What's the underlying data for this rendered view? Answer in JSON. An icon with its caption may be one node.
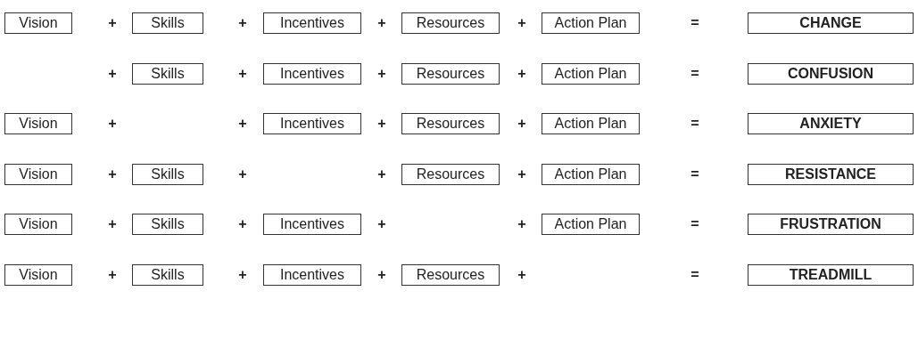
{
  "diagram": {
    "nodes": [
      {
        "text": [
          "Vision"
        ]
      },
      {
        "text": [
          "Skills"
        ]
      },
      {
        "text": [
          "Incentives"
        ]
      },
      {
        "text": [
          "Resources"
        ]
      },
      {
        "text": [
          "Action Plan"
        ]
      },
      {
        "text": [
          "CHANGE"
        ]
      },
      {
        "text": [
          "Skills"
        ]
      },
      {
        "text": [
          "Incentives"
        ]
      },
      {
        "text": [
          "Resources"
        ]
      },
      {
        "text": [
          "Action Plan"
        ]
      },
      {
        "text": [
          "CONFUSION"
        ]
      },
      {
        "text": [
          "Vision"
        ]
      },
      {
        "text": [
          "Incentives"
        ]
      },
      {
        "text": [
          "Resources"
        ]
      },
      {
        "text": [
          "Action Plan"
        ]
      },
      {
        "text": [
          "ANXIETY"
        ]
      },
      {
        "text": [
          "Vision"
        ]
      },
      {
        "text": [
          "Skills"
        ]
      },
      {
        "text": [
          "Resources"
        ]
      },
      {
        "text": [
          "Action Plan"
        ]
      },
      {
        "text": [
          "RESISTANCE"
        ]
      },
      {
        "text": [
          "Vision"
        ]
      },
      {
        "text": [
          "Skills"
        ]
      },
      {
        "text": [
          "Incentives"
        ]
      },
      {
        "text": [
          "Action Plan"
        ]
      },
      {
        "text": [
          "FRUSTRATION"
        ]
      },
      {
        "text": [
          "Vision"
        ]
      },
      {
        "text": [
          "Skills"
        ]
      },
      {
        "text": [
          "Incentives"
        ]
      },
      {
        "text": [
          "Resources"
        ]
      },
      {
        "text": [
          "TREADMILL"
        ]
      }
    ],
    "labels": [
      "+",
      "+",
      "+",
      "+",
      "=",
      "+",
      "+",
      "+",
      "+",
      "=",
      "+",
      "+",
      "+",
      "+",
      "=",
      "+",
      "+",
      "+",
      "+",
      "=",
      "+",
      "+",
      "+",
      "+",
      "=",
      "+",
      "+",
      "+",
      "+",
      "="
    ]
  }
}
